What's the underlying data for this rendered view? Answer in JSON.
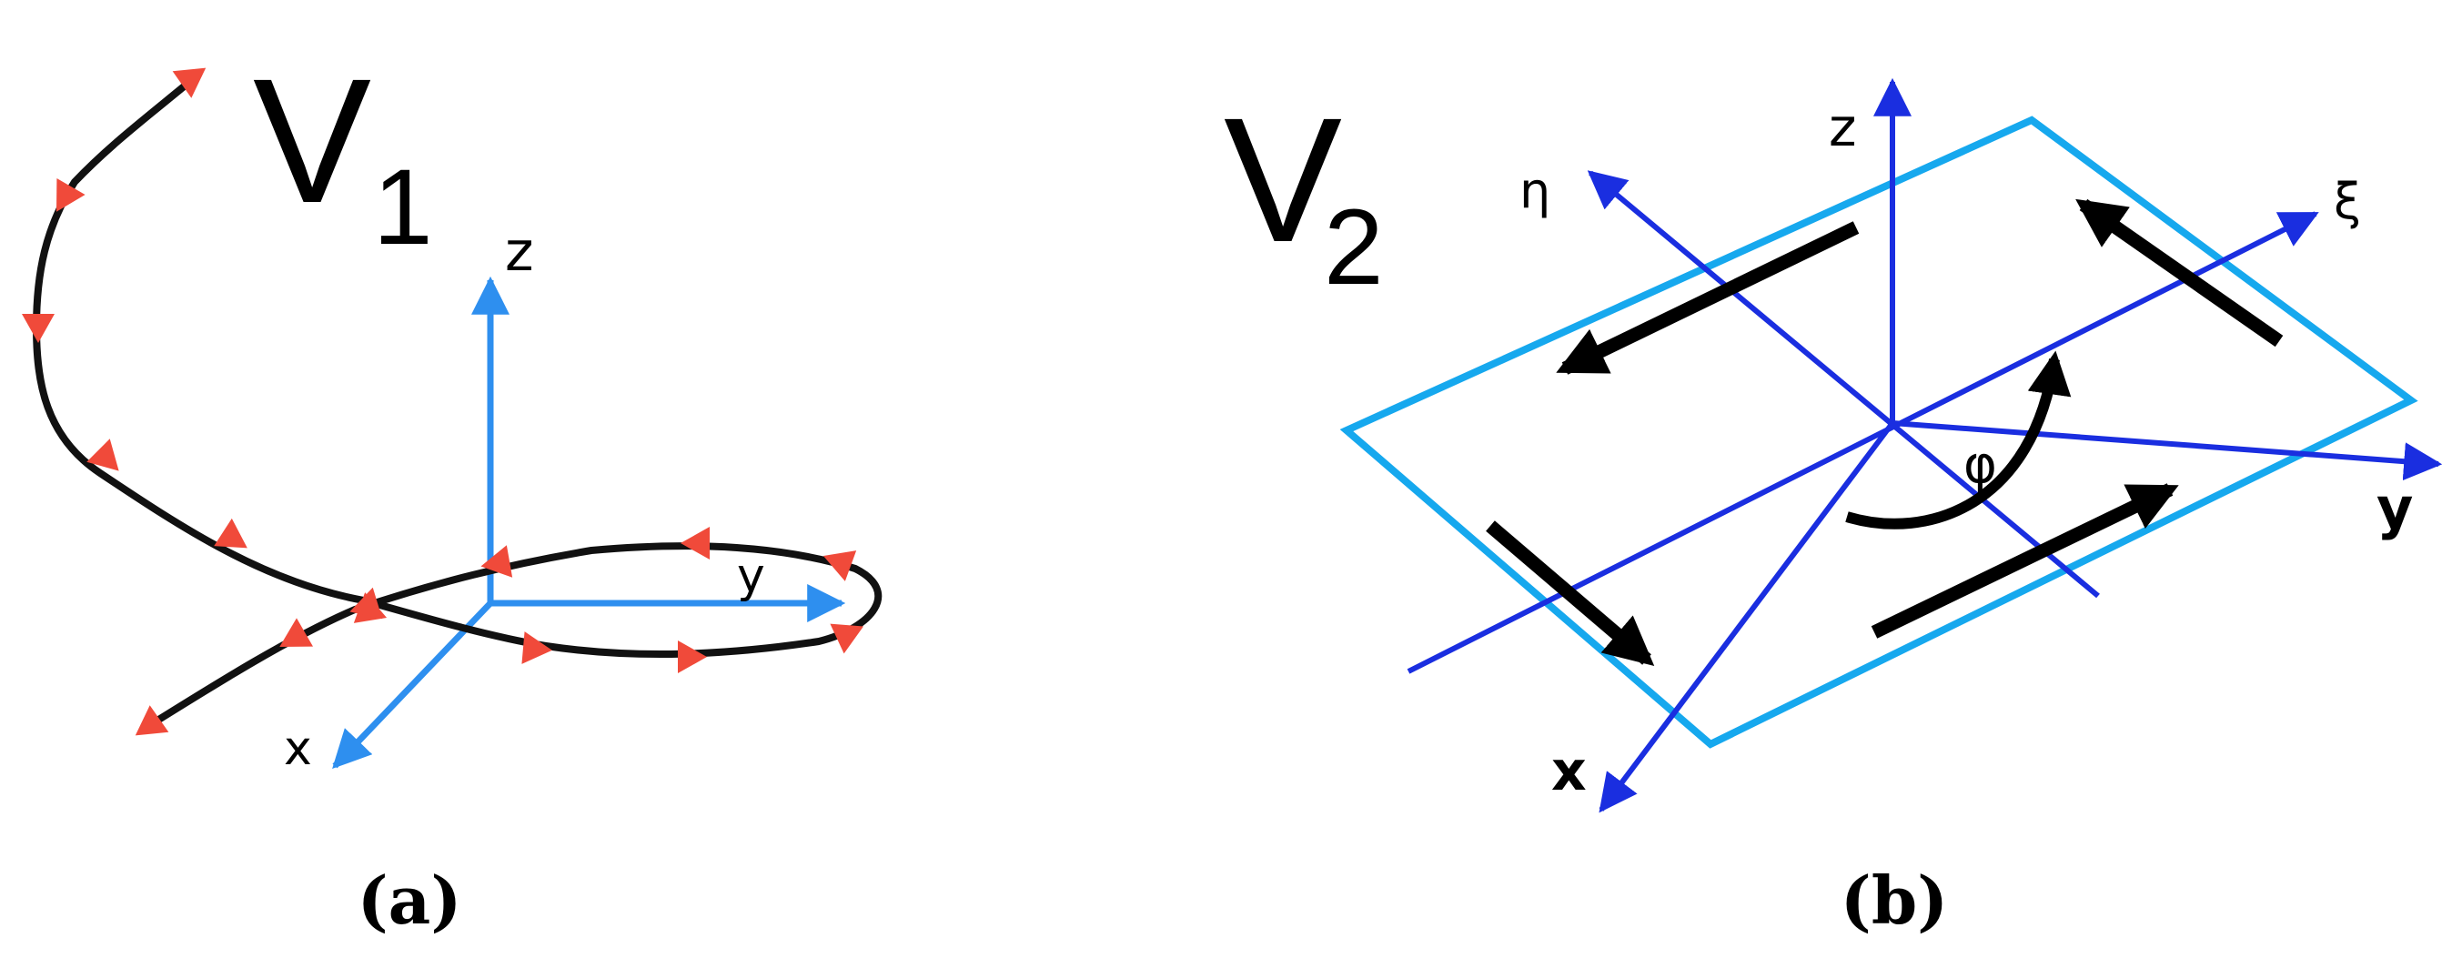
{
  "colors": {
    "trajectory": "#111111",
    "trajectory_arrow": "#f04a3a",
    "axis_a": "#2e8fef",
    "axis_b": "#1a2ee0",
    "plane": "#16a8ee",
    "flow_arrow": "#000000",
    "rotation_arrow": "#000000",
    "text": "#000000"
  },
  "panel_a": {
    "caption": "(a)",
    "title_main": "V",
    "title_sub": "1",
    "axes": {
      "z": "z",
      "y": "y",
      "x": "x"
    }
  },
  "panel_b": {
    "caption": "(b)",
    "title_main": "V",
    "title_sub": "2",
    "axes": {
      "z": "z",
      "eta": "η",
      "xi": "ξ",
      "y": "y",
      "x": "x"
    },
    "angle_label": "φ"
  }
}
